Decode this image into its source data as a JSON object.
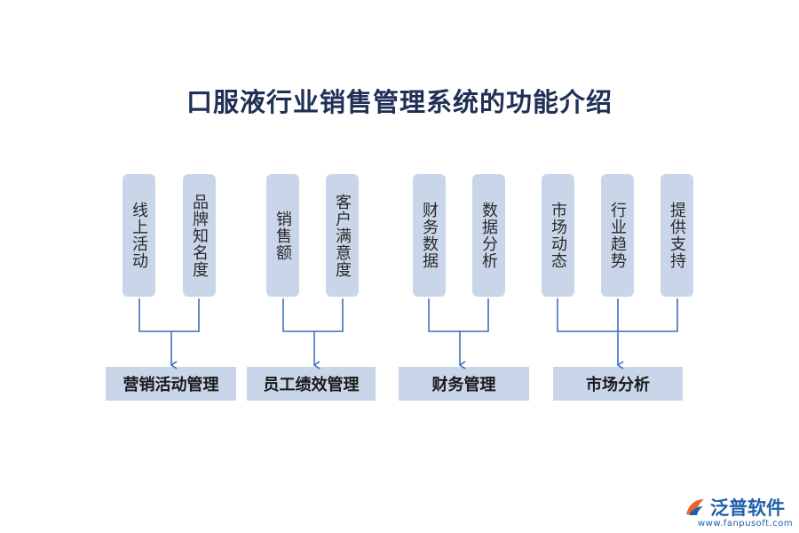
{
  "title": "口服液行业销售管理系统的功能介绍",
  "groups": [
    {
      "category": "营销活动管理",
      "items": [
        "线上活动",
        "品牌知名度"
      ]
    },
    {
      "category": "员工绩效管理",
      "items": [
        "销售额",
        "客户满意度"
      ]
    },
    {
      "category": "财务管理",
      "items": [
        "财务数据",
        "数据分析"
      ]
    },
    {
      "category": "市场分析",
      "items": [
        "市场动态",
        "行业趋势",
        "提供支持"
      ]
    }
  ],
  "logo": {
    "name": "泛普软件",
    "url": "www.fanpusoft.com"
  },
  "colors": {
    "box": "#c9d6ea",
    "line": "#3f6fb5",
    "title": "#1f2f55",
    "brand": "#1f5fa8"
  }
}
